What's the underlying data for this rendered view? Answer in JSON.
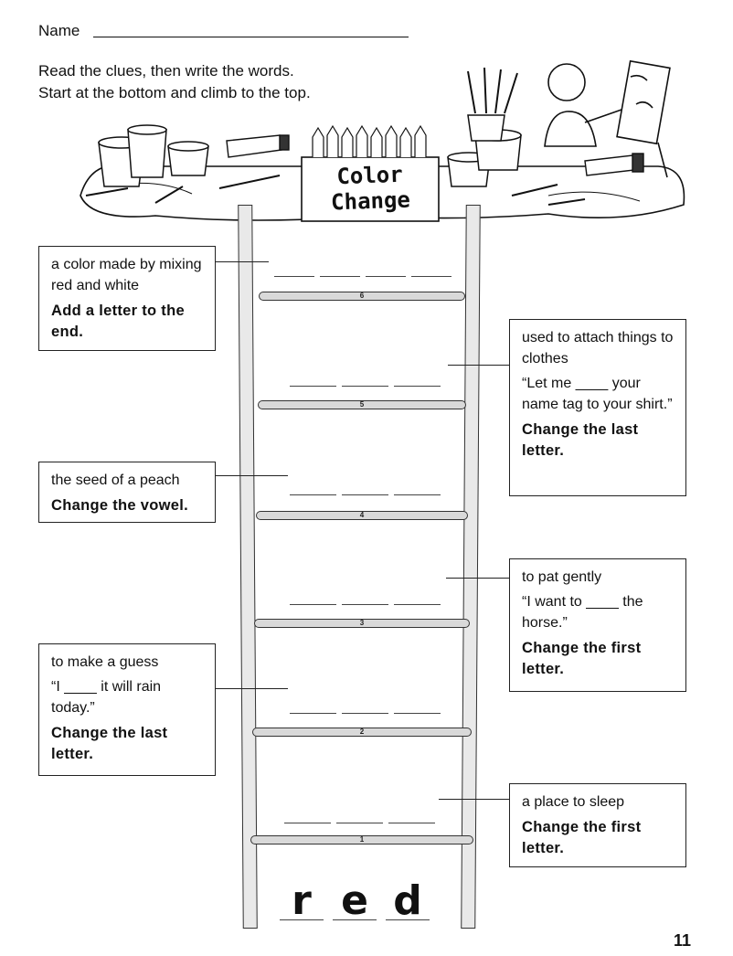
{
  "header": {
    "name_label": "Name",
    "instructions_line1": "Read the clues, then write the words.",
    "instructions_line2": "Start at the bottom and climb to the top."
  },
  "illustration": {
    "sign_line1": "Color",
    "sign_line2": "Change"
  },
  "clues": {
    "rung6": {
      "definition": "a color made by mixing red and white",
      "instruction": "Add a letter to the end."
    },
    "rung5": {
      "definition": "used to attach things to clothes",
      "example": "“Let me ____ your name tag to your shirt.”",
      "instruction": "Change the last letter."
    },
    "rung4": {
      "definition": "the seed of a peach",
      "instruction": "Change the vowel."
    },
    "rung3": {
      "definition": "to pat gently",
      "example": "“I want to ____ the horse.”",
      "instruction": "Change the first letter."
    },
    "rung2": {
      "definition": "to make a guess",
      "example": "“I ____ it will rain today.”",
      "instruction": "Change the last letter."
    },
    "rung1": {
      "definition": "a place to sleep",
      "instruction": "Change the first letter."
    }
  },
  "rungs": {
    "r6": "6",
    "r5": "5",
    "r4": "4",
    "r3": "3",
    "r2": "2",
    "r1": "1"
  },
  "start_word": {
    "l1": "r",
    "l2": "e",
    "l3": "d"
  },
  "page_number": "11"
}
